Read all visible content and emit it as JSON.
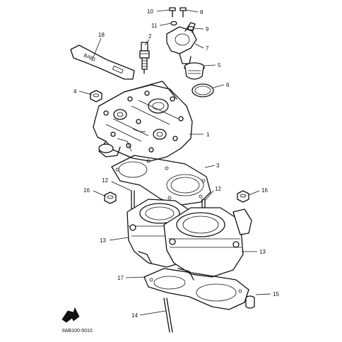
{
  "diagram_code": "8AB100-5010",
  "strip_label": "BAB1",
  "part_numbers": {
    "p1": "1",
    "p2": "2",
    "p3": "3",
    "p4": "4",
    "p5": "5",
    "p6": "6",
    "p7": "7",
    "p8": "8",
    "p9": "9",
    "p10": "10",
    "p11": "11",
    "p12a": "12",
    "p12b": "12",
    "p13a": "13",
    "p13b": "13",
    "p14": "14",
    "p15": "15",
    "p16a": "16",
    "p16b": "16",
    "p17": "17",
    "p18": "18"
  },
  "icons": [
    "front-arrow-icon"
  ],
  "colors": {
    "line": "#111111",
    "background": "#ffffff"
  }
}
